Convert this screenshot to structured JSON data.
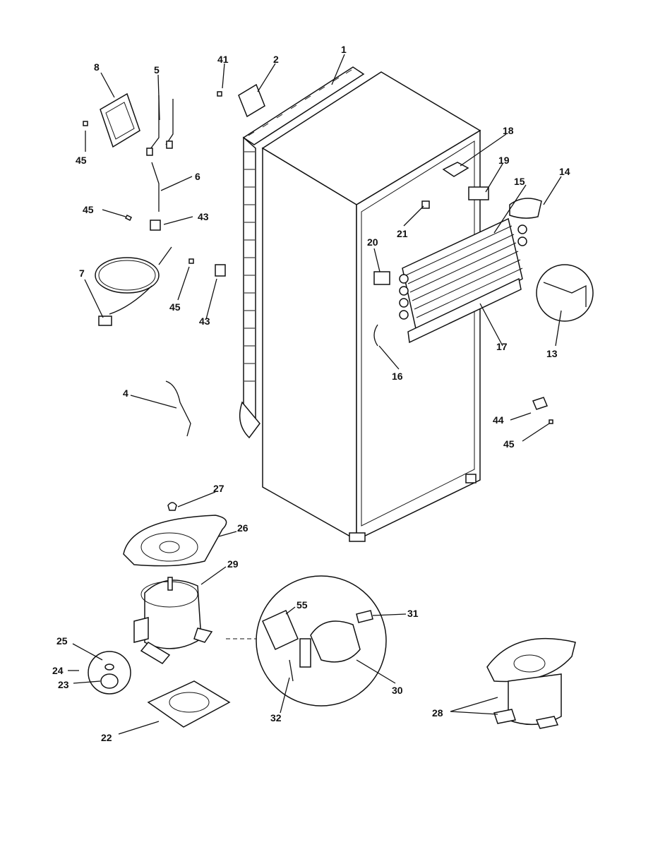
{
  "callouts": [
    {
      "id": "c1",
      "text": "1"
    },
    {
      "id": "c2",
      "text": "2"
    },
    {
      "id": "c41",
      "text": "41"
    },
    {
      "id": "c8",
      "text": "8"
    },
    {
      "id": "c5",
      "text": "5"
    },
    {
      "id": "c45a",
      "text": "45"
    },
    {
      "id": "c6",
      "text": "6"
    },
    {
      "id": "c45b",
      "text": "45"
    },
    {
      "id": "c43a",
      "text": "43"
    },
    {
      "id": "c7",
      "text": "7"
    },
    {
      "id": "c45c",
      "text": "45"
    },
    {
      "id": "c43b",
      "text": "43"
    },
    {
      "id": "c18",
      "text": "18"
    },
    {
      "id": "c19",
      "text": "19"
    },
    {
      "id": "c14",
      "text": "14"
    },
    {
      "id": "c15",
      "text": "15"
    },
    {
      "id": "c21",
      "text": "21"
    },
    {
      "id": "c20",
      "text": "20"
    },
    {
      "id": "c17",
      "text": "17"
    },
    {
      "id": "c13",
      "text": "13"
    },
    {
      "id": "c16",
      "text": "16"
    },
    {
      "id": "c4",
      "text": "4"
    },
    {
      "id": "c44",
      "text": "44"
    },
    {
      "id": "c45d",
      "text": "45"
    },
    {
      "id": "c27",
      "text": "27"
    },
    {
      "id": "c26",
      "text": "26"
    },
    {
      "id": "c29",
      "text": "29"
    },
    {
      "id": "c55",
      "text": "55"
    },
    {
      "id": "c31",
      "text": "31"
    },
    {
      "id": "c25",
      "text": "25"
    },
    {
      "id": "c24",
      "text": "24"
    },
    {
      "id": "c23",
      "text": "23"
    },
    {
      "id": "c30",
      "text": "30"
    },
    {
      "id": "c32",
      "text": "32"
    },
    {
      "id": "c22",
      "text": "22"
    },
    {
      "id": "c28",
      "text": "28"
    }
  ]
}
